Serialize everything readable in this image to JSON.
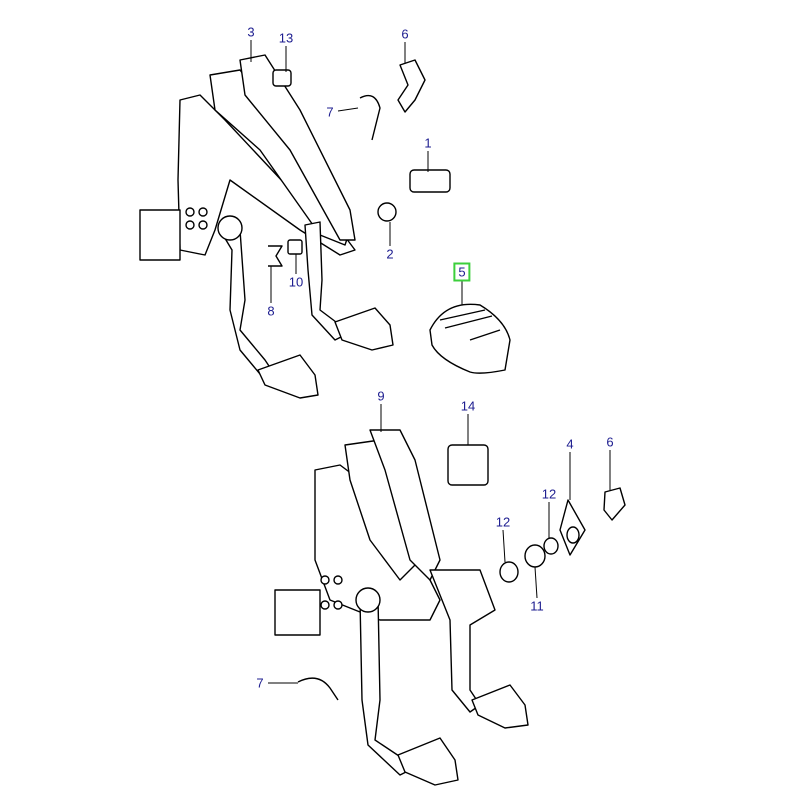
{
  "diagram": {
    "callouts": [
      {
        "id": "c3",
        "label": "3"
      },
      {
        "id": "c13",
        "label": "13"
      },
      {
        "id": "c6a",
        "label": "6"
      },
      {
        "id": "c7a",
        "label": "7"
      },
      {
        "id": "c1",
        "label": "1"
      },
      {
        "id": "c2",
        "label": "2"
      },
      {
        "id": "c10",
        "label": "10"
      },
      {
        "id": "c8",
        "label": "8"
      },
      {
        "id": "c5",
        "label": "5",
        "selected": true
      },
      {
        "id": "c9",
        "label": "9"
      },
      {
        "id": "c14",
        "label": "14"
      },
      {
        "id": "c4",
        "label": "4"
      },
      {
        "id": "c6b",
        "label": "6"
      },
      {
        "id": "c12a",
        "label": "12"
      },
      {
        "id": "c12b",
        "label": "12"
      },
      {
        "id": "c11",
        "label": "11"
      },
      {
        "id": "c7b",
        "label": "7"
      }
    ],
    "colors": {
      "label": "#1c1c8f",
      "highlight": "#3ccf3c",
      "line": "#000000"
    }
  }
}
